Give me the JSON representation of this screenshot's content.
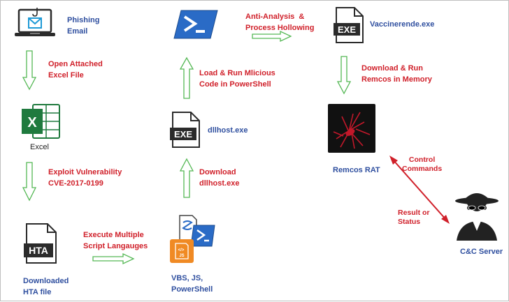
{
  "colors": {
    "node_text": "#2f4f9f",
    "step_text": "#d0202a",
    "arrow_outline": "#55b855",
    "bidirectional_arrow": "#d0202a",
    "excel_green": "#1f7a3e",
    "powershell_blue": "#2a6bc6",
    "js_orange": "#f08a24"
  },
  "nodes": {
    "phishing": {
      "label": "Phishing\nEmail",
      "icon": "laptop-mail-hook-icon"
    },
    "excel": {
      "label": "Excel",
      "icon": "excel-icon"
    },
    "hta": {
      "label": "Downloaded\nHTA file",
      "icon_text": "HTA",
      "icon": "hta-file-icon"
    },
    "scripts": {
      "label": "VBS, JS,\nPowerShell",
      "icon": "script-files-icon",
      "js_badge": "JS"
    },
    "dllhost": {
      "label": "dllhost.exe",
      "icon_text": "EXE",
      "icon": "exe-file-icon"
    },
    "powershell": {
      "icon": "powershell-icon"
    },
    "vaccinerende": {
      "label": "Vaccinerende.exe",
      "icon_text": "EXE",
      "icon": "exe-file-icon"
    },
    "remcos": {
      "label": "Remcos RAT",
      "icon": "remcos-rat-icon"
    },
    "cnc": {
      "label": "C&C Server",
      "icon": "hacker-icon"
    }
  },
  "steps": {
    "open_attached": "Open Attached\nExcel File",
    "exploit": "Exploit Vulnerability\nCVE-2017-0199",
    "execute_scripts": "Execute Multiple\nScript Langauges",
    "download_dllhost": "Download\ndllhost.exe",
    "load_run": "Load & Run Mlicious\nCode in PowerShell",
    "anti_analysis": "Anti-Analysis  &\nProcess Hollowing",
    "download_run_remcos": "Download & Run\nRemcos in Memory",
    "control_commands": "Control\nCommands",
    "result_status": "Result or\nStatus"
  }
}
